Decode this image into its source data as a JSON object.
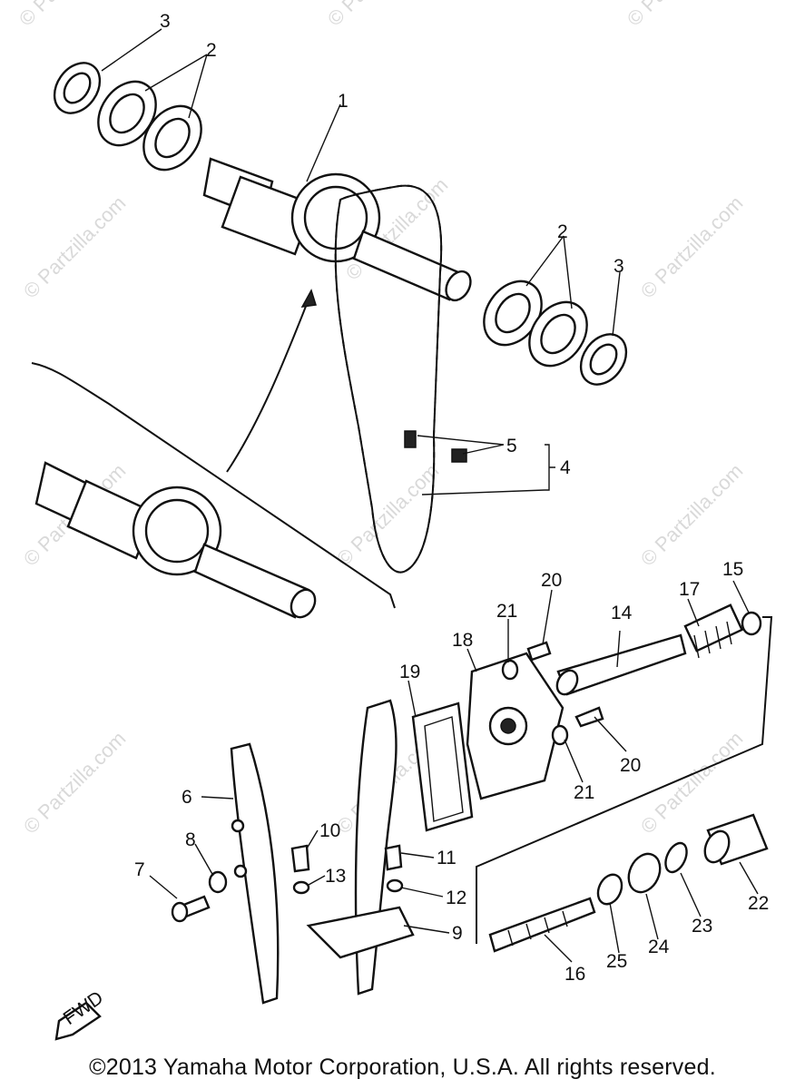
{
  "watermark": "© Partzilla.com",
  "copyright": "©2013 Yamaha Motor Corporation, U.S.A. All rights reserved.",
  "fwd_label": "FWD",
  "callouts": [
    "1",
    "2",
    "3",
    "2",
    "3",
    "4",
    "5",
    "6",
    "7",
    "8",
    "9",
    "10",
    "11",
    "12",
    "13",
    "14",
    "15",
    "16",
    "17",
    "18",
    "19",
    "20",
    "20",
    "21",
    "21",
    "22",
    "23",
    "24",
    "25"
  ]
}
